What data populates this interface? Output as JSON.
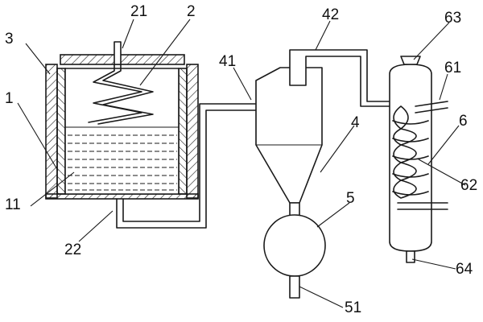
{
  "labels": {
    "l1": "1",
    "l2": "2",
    "l3": "3",
    "l4": "4",
    "l5": "5",
    "l6": "6",
    "l11": "11",
    "l21": "21",
    "l22": "22",
    "l41": "41",
    "l42": "42",
    "l51": "51",
    "l61": "61",
    "l62": "62",
    "l63": "63",
    "l64": "64"
  },
  "colors": {
    "ink": "#1a1a1a",
    "background": "#ffffff"
  }
}
